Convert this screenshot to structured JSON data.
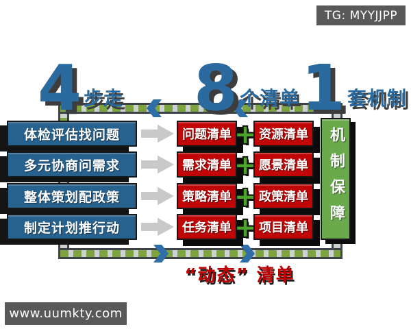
{
  "badges": {
    "tg": "TG: MYYJJPP",
    "site": "www.uumkty.com"
  },
  "headlines": [
    {
      "number": "4",
      "caption": "步走"
    },
    {
      "number": "8",
      "caption": "个清单"
    },
    {
      "number": "1",
      "caption": "套机制"
    }
  ],
  "rows": [
    {
      "step": "体检评估找问题",
      "list_left": "问题清单",
      "list_right": "资源清单"
    },
    {
      "step": "多元协商问需求",
      "list_left": "需求清单",
      "list_right": "愿景清单"
    },
    {
      "step": "整体策划配政策",
      "list_left": "策略清单",
      "list_right": "政策清单"
    },
    {
      "step": "制定计划推行动",
      "list_left": "任务清单",
      "list_right": "项目清单"
    }
  ],
  "plus_label": "+",
  "mechanism": "机制保障",
  "bottom_caption": "“动态” 清单",
  "colors": {
    "headline_blue": "#2b6a9e",
    "step_box_blue": "#27618d",
    "list_box_red": "#c00606",
    "mechanism_green": "#6aaa4c",
    "plus_green": "#4da32c",
    "dash_green": "#7ea43f",
    "band_casing_gray": "#3e4347",
    "band_track_gray": "#ccd1d2",
    "chevron_blue": "#2f6ea6",
    "badge_gray": "#595959",
    "caption_red": "#c00000"
  }
}
